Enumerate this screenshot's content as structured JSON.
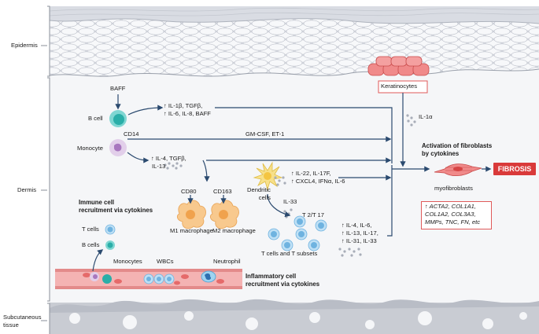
{
  "layers": {
    "epidermis": "Epidermis",
    "dermis": "Dermis",
    "subcutaneous": "Subcutaneous\ntissue"
  },
  "cells": {
    "baff": "BAFF",
    "b_cell": "B cell",
    "cd14": "CD14",
    "monocyte": "Monocyte",
    "cd80": "CD80",
    "cd163": "CD163",
    "m1": "M1 macrophage",
    "m2": "M2 macrophage",
    "dendritic": "Dendritic\ncells",
    "il33": "IL-33",
    "th_label": "T 2/T 17",
    "t_cells_subsets": "T cells and T   subsets",
    "keratinocytes": "Keratinocytes",
    "il1a": "IL-1α",
    "t_cells": "T cells",
    "b_cells": "B cells",
    "monocytes": "Monocytes",
    "wbcs": "WBCs",
    "neutrophil": "Neutrophil",
    "myofibroblasts": "myofibroblasts"
  },
  "cytokines": {
    "bcell_line1": "↑ IL-1β, TGFβ,",
    "bcell_line2": "↑ IL-6, IL-8, BAFF",
    "gmcsf": "GM-CSF, ET-1",
    "mono_line1": "↑ IL-4, TGFβ,",
    "mono_line2": "IL-13",
    "dc_line1": "↑ IL-22, IL-17F,",
    "dc_line2": "↑ CXCL4, IFNα, IL-6",
    "t_line1": "↑ IL-4, IL-6,",
    "t_line2": "↑ IL-13, IL-17,",
    "t_line3": "↑ IL-31, IL-33"
  },
  "headings": {
    "immune_recruit": "Immune cell\nrecruitment via cytokines",
    "inflam_recruit": "Inflammatory cell\nrecruitment via cytokines",
    "activation": "Activation of fibroblasts\nby cytokines",
    "fibrosis": "FIBROSIS"
  },
  "genes": {
    "line1": "↑ ACTA2, COL1A1,",
    "line2": "COL1A2, COL3A3,",
    "line3": "MMPs, TNC, FN, etc"
  },
  "colors": {
    "accent_red": "#d93a3a",
    "cell_teal": "#4ec3c0",
    "monocyte_purple": "#c9a6d6",
    "macrophage_orange": "#f5b36a",
    "tcell_blue": "#8cc8ec",
    "arrow_navy": "#2b4a6f",
    "skin_gray": "#c9ccd3"
  }
}
